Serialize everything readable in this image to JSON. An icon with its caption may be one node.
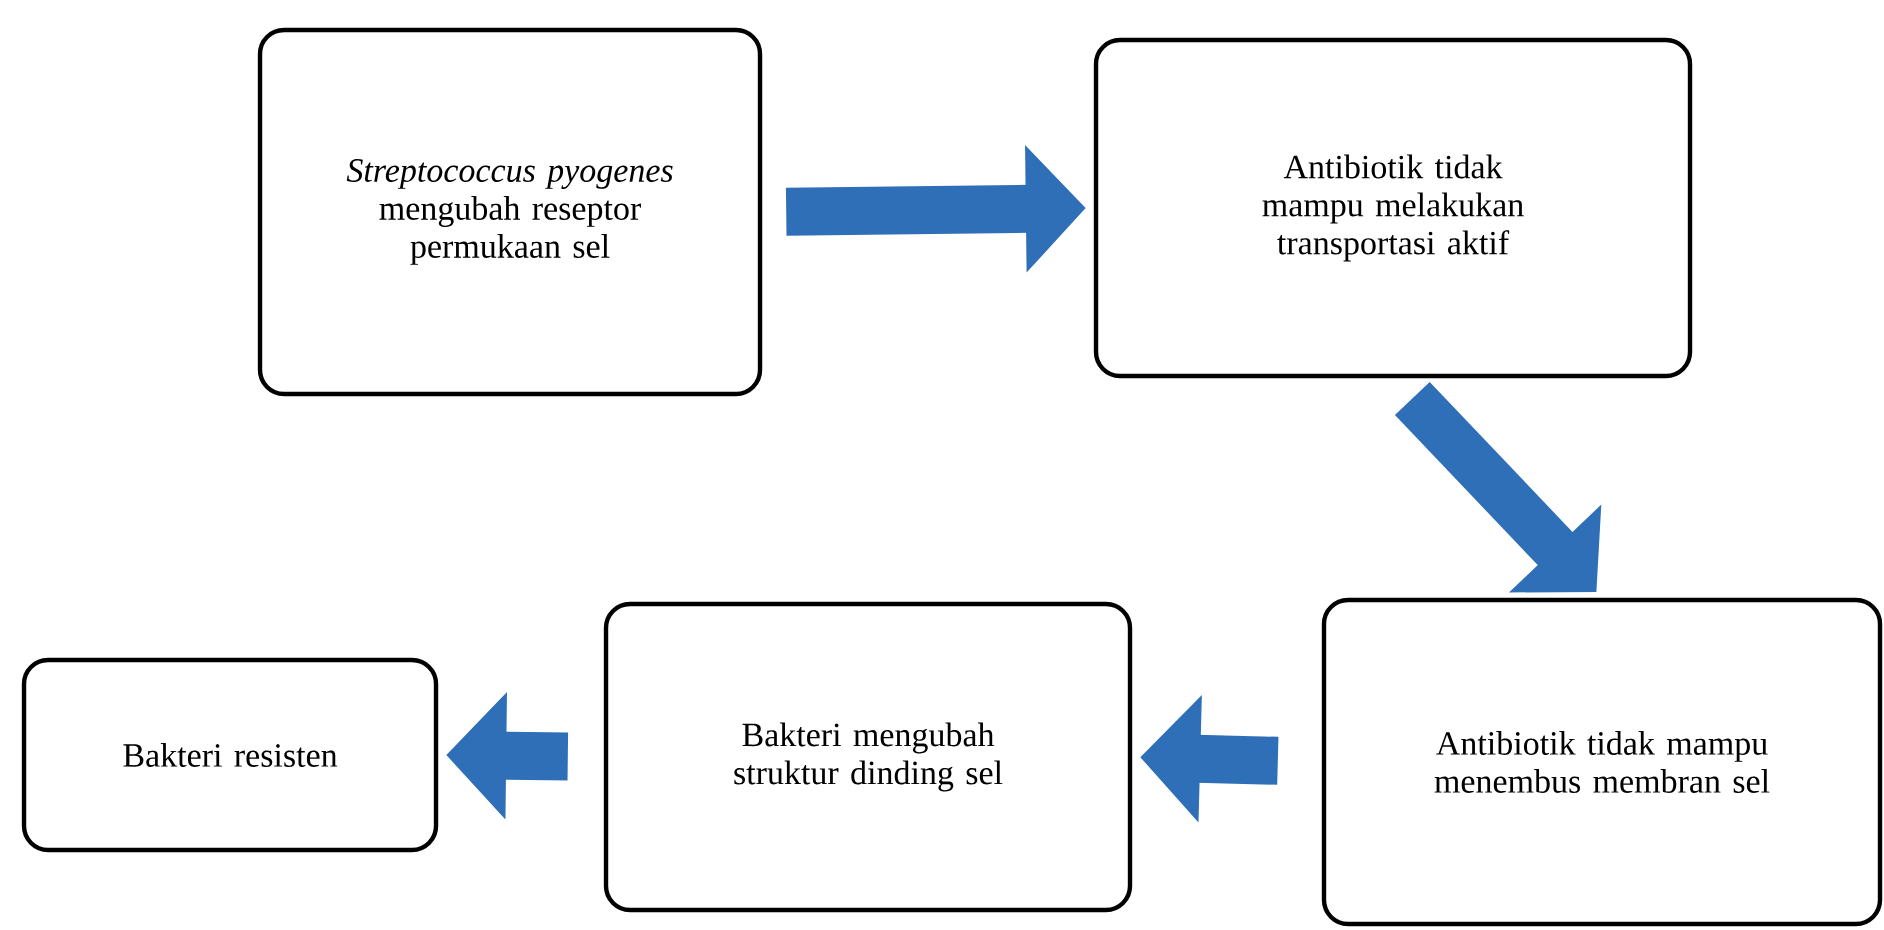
{
  "diagram": {
    "nodes": [
      {
        "text": [
          "*Streptococcus pyogenes* mengubah reseptor permukaan sel"
        ]
      },
      {
        "text": [
          "Antibiotik tidak mampu melakukan transportasi aktif"
        ]
      },
      {
        "text": [
          "Antibiotik tidak mampu menembus membran sel"
        ]
      },
      {
        "text": [
          "Bakteri mengubah struktur dinding sel"
        ]
      },
      {
        "text": [
          "Bakteri resisten"
        ]
      }
    ],
    "edges": [
      {
        "from": 0,
        "to": 1,
        "arrow": "to"
      },
      {
        "from": 1,
        "to": 2,
        "arrow": "to"
      },
      {
        "from": 2,
        "to": 3,
        "arrow": "to"
      },
      {
        "from": 3,
        "to": 4,
        "arrow": "to"
      }
    ]
  }
}
